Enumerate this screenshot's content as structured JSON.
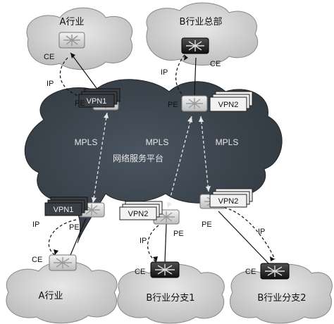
{
  "clouds": {
    "a_top": "A行业",
    "b_hq": "B行业总部",
    "a_bottom": "A行业",
    "b_branch1": "B行业分支1",
    "b_branch2": "B行业分支2"
  },
  "core": {
    "mpls_left": "MPLS",
    "mpls_mid": "MPLS",
    "mpls_right": "MPLS",
    "platform": "网络服务平台"
  },
  "labels": {
    "ce": "CE",
    "pe": "PE",
    "ip": "IP"
  },
  "vpn": {
    "vpn1": "VPN1",
    "vpn2": "VPN2"
  },
  "colors": {
    "core_cloud": "#3d4650",
    "edge_cloud": "#d0d0d0",
    "router_dark": "#2a2a2a",
    "router_light": "#e6e6e6",
    "vpn1_fill": "#3a3f45",
    "vpn2_fill": "#f2f2f2"
  }
}
